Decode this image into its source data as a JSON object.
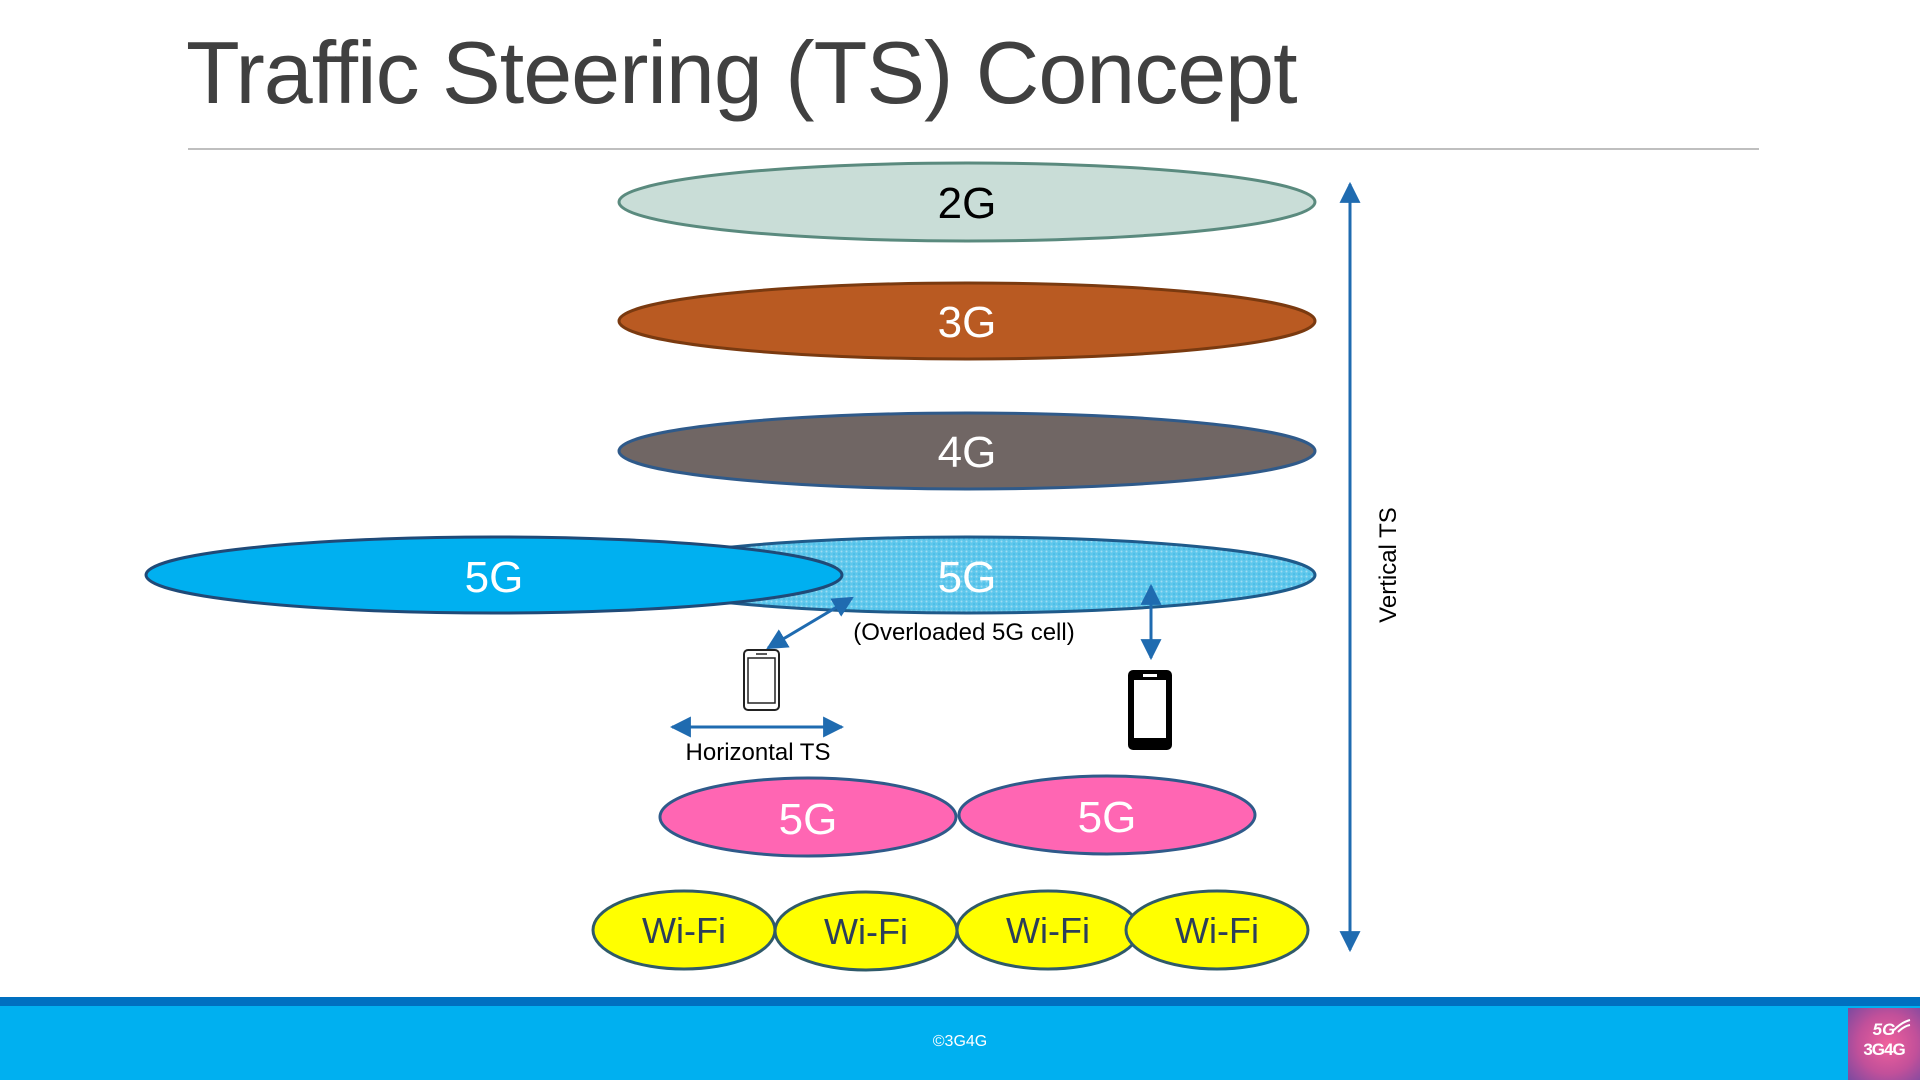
{
  "slide": {
    "title": "Traffic Steering (TS) Concept"
  },
  "layers": {
    "layer_2g": "2G",
    "layer_3g": "3G",
    "layer_4g": "4G",
    "layer_5g_neighbor": "5G",
    "layer_5g_overloaded": "5G",
    "small_cell_left": "5G",
    "small_cell_right": "5G",
    "wifi_1": "Wi-Fi",
    "wifi_2": "Wi-Fi",
    "wifi_3": "Wi-Fi",
    "wifi_4": "Wi-Fi"
  },
  "annotations": {
    "overloaded_note": "(Overloaded 5G cell)",
    "horizontal_ts": "Horizontal TS",
    "vertical_ts": "Vertical TS"
  },
  "colors": {
    "layer_2g": "#c9ddd7",
    "layer_3g": "#b95a22",
    "layer_4g": "#706664",
    "layer_5g": "#00b0f0",
    "small_cell": "#ff66b3",
    "wifi": "#ffff00",
    "arrow": "#1f6bb0",
    "footer": "#00b0f0"
  },
  "icons": {
    "phone_outline": "mobile-phone-outline-icon",
    "phone_solid": "mobile-phone-icon"
  },
  "footer": {
    "copyright": "©3G4G",
    "logo_top": "5G",
    "logo_bottom": "3G4G"
  }
}
